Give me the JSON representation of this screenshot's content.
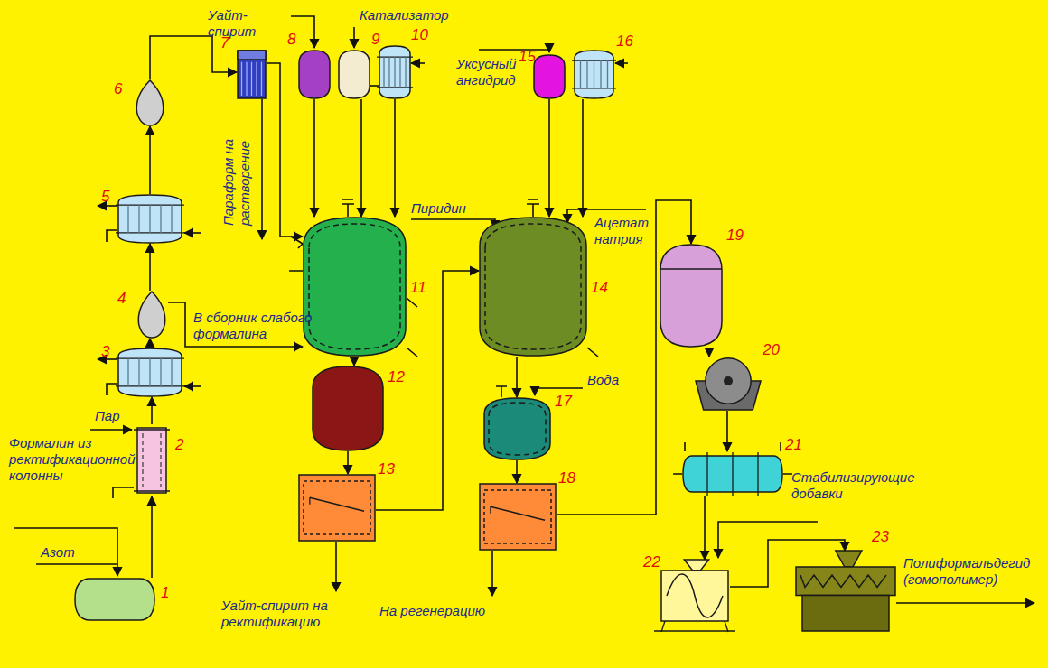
{
  "diagram": {
    "nodes": [
      {
        "text": [
          "1"
        ]
      },
      {
        "text": [
          "2"
        ]
      },
      {
        "text": [
          "3"
        ]
      },
      {
        "text": [
          "4"
        ]
      },
      {
        "text": [
          "5"
        ]
      },
      {
        "text": [
          "6"
        ]
      },
      {
        "text": [
          "7"
        ]
      },
      {
        "text": [
          "8"
        ]
      },
      {
        "text": [
          "9"
        ]
      },
      {
        "text": [
          "10"
        ]
      },
      {
        "text": [
          "11"
        ]
      },
      {
        "text": [
          "12"
        ]
      },
      {
        "text": [
          "13"
        ]
      },
      {
        "text": [
          "14"
        ]
      },
      {
        "text": [
          "15"
        ]
      },
      {
        "text": [
          "16"
        ]
      },
      {
        "text": [
          "17"
        ]
      },
      {
        "text": [
          "18"
        ]
      },
      {
        "text": [
          "19"
        ]
      },
      {
        "text": [
          "20"
        ]
      },
      {
        "text": [
          "21"
        ]
      },
      {
        "text": [
          "22"
        ]
      },
      {
        "text": [
          "23"
        ]
      }
    ],
    "edges": [
      {
        "from": 0,
        "to": 1,
        "arrow": "to"
      },
      {
        "from": 1,
        "to": 2,
        "arrow": "to"
      },
      {
        "from": 2,
        "to": 3,
        "arrow": "to"
      },
      {
        "from": 3,
        "to": 4,
        "arrow": "to"
      },
      {
        "from": 4,
        "to": 5,
        "arrow": "to"
      },
      {
        "from": 5,
        "to": 6,
        "arrow": "to"
      },
      {
        "from": 6,
        "to": 10,
        "arrow": "to"
      },
      {
        "from": 7,
        "to": 10,
        "arrow": "to"
      },
      {
        "from": 8,
        "to": 10,
        "arrow": "to"
      },
      {
        "from": 9,
        "to": 10,
        "arrow": "to"
      },
      {
        "from": 10,
        "to": 11,
        "arrow": "to"
      },
      {
        "from": 11,
        "to": 12,
        "arrow": "to"
      },
      {
        "from": 12,
        "to": 13,
        "arrow": "to"
      },
      {
        "from": 14,
        "to": 13,
        "arrow": "to"
      },
      {
        "from": 15,
        "to": 13,
        "arrow": "to"
      },
      {
        "from": 13,
        "to": 16,
        "arrow": "to"
      },
      {
        "from": 16,
        "to": 17,
        "arrow": "to"
      },
      {
        "from": 17,
        "to": 18,
        "arrow": "to"
      },
      {
        "from": 18,
        "to": 19,
        "arrow": "to"
      },
      {
        "from": 19,
        "to": 20,
        "arrow": "to"
      },
      {
        "from": 20,
        "to": 21,
        "arrow": "to"
      },
      {
        "from": 21,
        "to": 22,
        "arrow": "to"
      }
    ],
    "labels": [
      "Уайт-спирит",
      "Катализатор",
      "Уксусный ангидрид",
      "Пиридин",
      "Ацетат натрия",
      "Вода",
      "Пар",
      "Формалин из ректификационной колонны",
      "Азот",
      "В сборник слабого формалина",
      "Параформ на растворение",
      "Уайт-спирит на ректификацию",
      "На регенерацию",
      "Стабилизирующие добавки",
      "Полиформальдегид (гомополимер)"
    ]
  }
}
